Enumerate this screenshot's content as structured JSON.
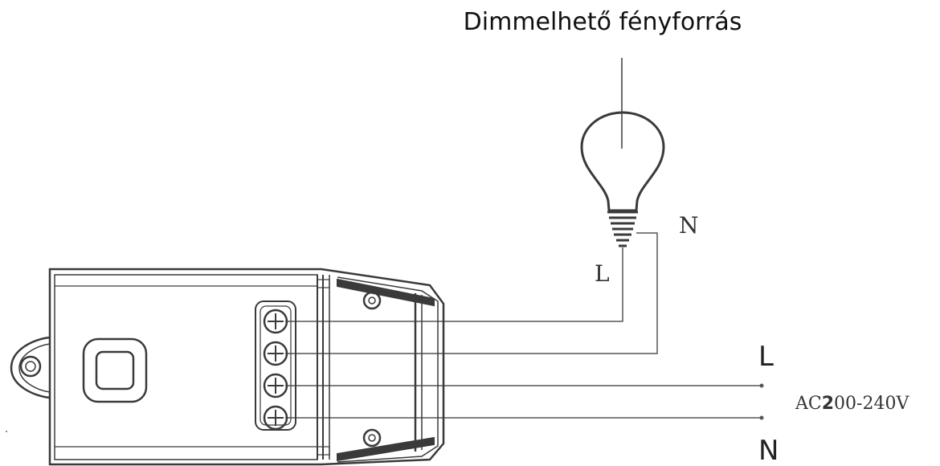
{
  "title": "Dimmelhető fényforrás",
  "lamp": {
    "terminal_l": "L",
    "terminal_n": "N"
  },
  "supply": {
    "line_label": "L",
    "neutral_label": "N",
    "voltage_prefix": "AC",
    "voltage_bold": "2",
    "voltage_suffix": "00-240V"
  },
  "colors": {
    "line": "#3a3a3a",
    "wire": "#555555",
    "background": "#ffffff"
  }
}
